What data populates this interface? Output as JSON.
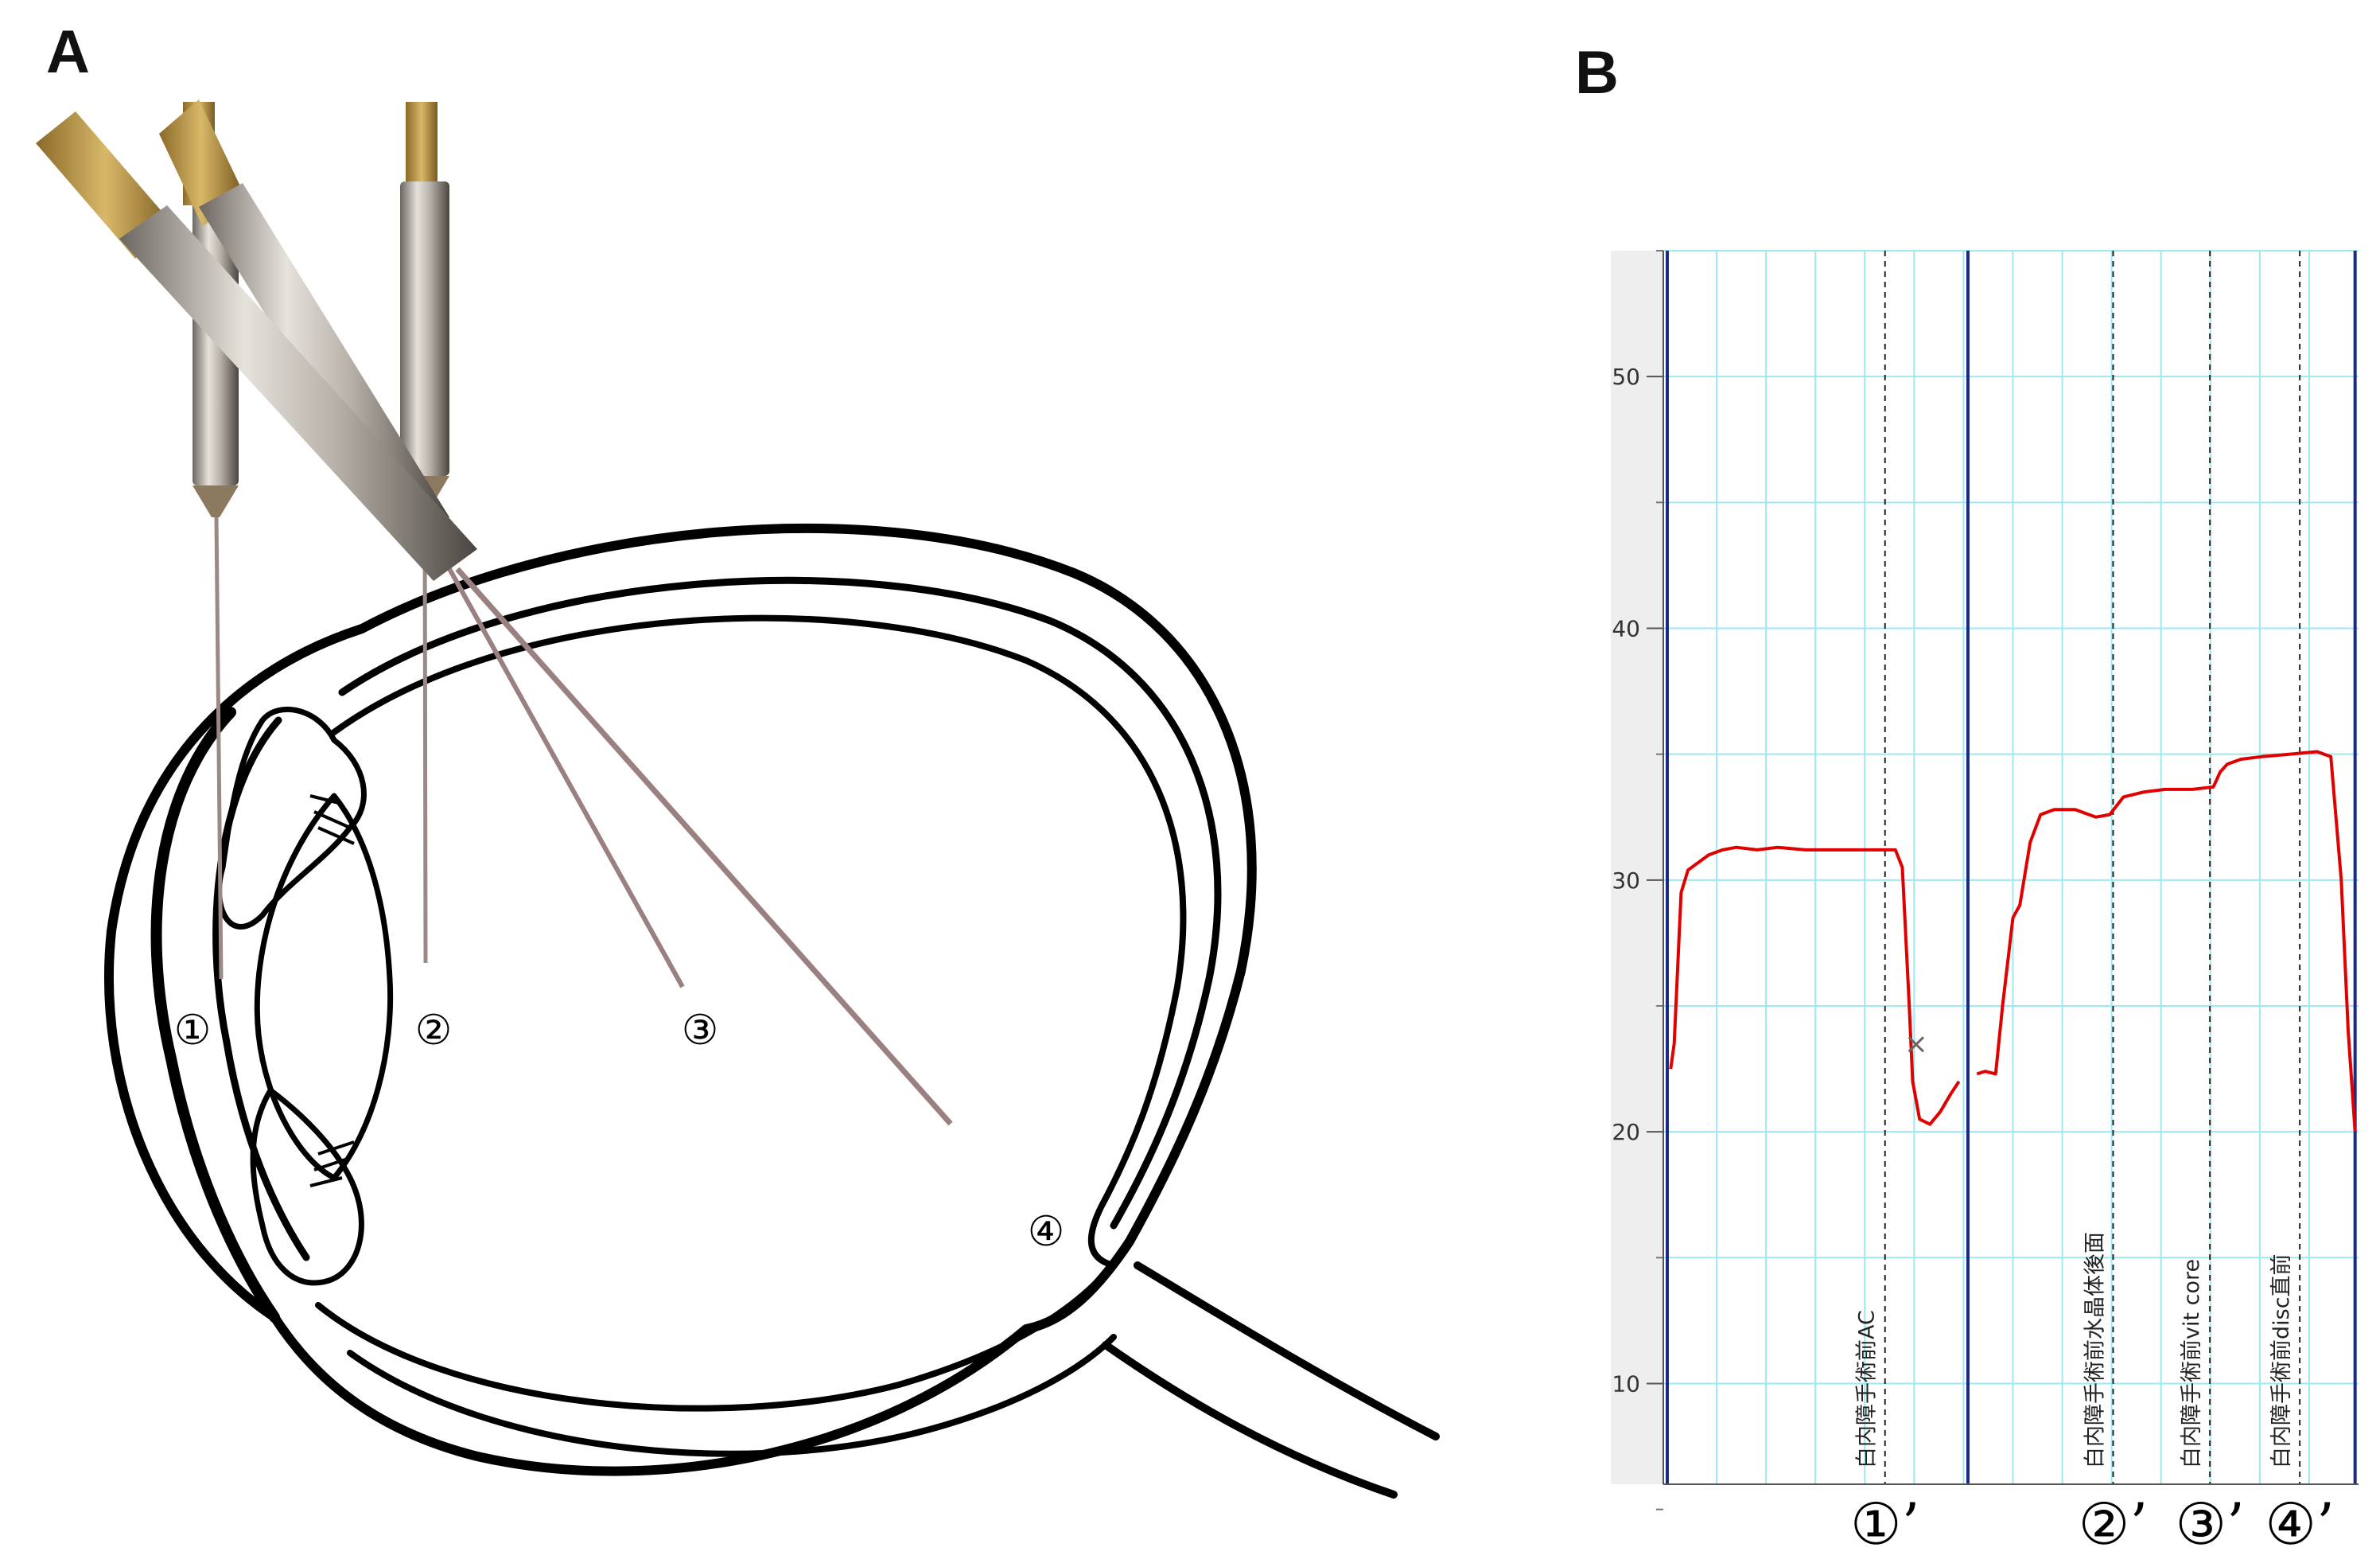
{
  "panels": {
    "a": "A",
    "b": "B"
  },
  "eye_sites": [
    "①",
    "②",
    "③",
    "④"
  ],
  "chart_data": {
    "type": "line",
    "title": "",
    "xlabel": "",
    "ylabel": "",
    "ylim": [
      6,
      55
    ],
    "yticks": [
      10,
      20,
      30,
      40,
      50
    ],
    "grid": true,
    "x_unit": "fraction of plotted width (0 = left axis, 1 = right edge)",
    "series": [
      {
        "color": "#e00000",
        "segments": [
          {
            "x": [
              0.005,
              0.01,
              0.02,
              0.03,
              0.045,
              0.06,
              0.08,
              0.1,
              0.13,
              0.16,
              0.2,
              0.25,
              0.3,
              0.33,
              0.34,
              0.35,
              0.355,
              0.365,
              0.38,
              0.395,
              0.41,
              0.422
            ],
            "y": [
              22.5,
              23.5,
              29.5,
              30.4,
              30.7,
              31.0,
              31.2,
              31.3,
              31.2,
              31.3,
              31.2,
              31.2,
              31.2,
              31.2,
              30.5,
              25.0,
              22.0,
              20.5,
              20.3,
              20.8,
              21.5,
              22.0
            ]
          },
          {
            "x": [
              0.448,
              0.46,
              0.475,
              0.485,
              0.5,
              0.51,
              0.525,
              0.54,
              0.56,
              0.59,
              0.62,
              0.64,
              0.66,
              0.69,
              0.72,
              0.76,
              0.79,
              0.8,
              0.81,
              0.83,
              0.86,
              0.9,
              0.94,
              0.96,
              0.975,
              0.985,
              0.995
            ],
            "y": [
              22.3,
              22.4,
              22.3,
              25.0,
              28.5,
              29.0,
              31.5,
              32.6,
              32.8,
              32.8,
              32.5,
              32.6,
              33.3,
              33.5,
              33.6,
              33.6,
              33.7,
              34.3,
              34.6,
              34.8,
              34.9,
              35.0,
              35.1,
              34.9,
              30.0,
              24.0,
              20.0
            ]
          }
        ]
      }
    ],
    "marker": {
      "symbol": "×",
      "x": 0.36,
      "y": 23.5
    },
    "solid_verticals": [
      0.0,
      0.435,
      0.995
    ],
    "dashed_markers": [
      {
        "x": 0.315,
        "label": "白内障手術前AC"
      },
      {
        "x": 0.645,
        "label": "白内障手術前水晶体後面"
      },
      {
        "x": 0.785,
        "label": "白内障手術前vit core"
      },
      {
        "x": 0.915,
        "label": "白内障手術前disc直前"
      }
    ],
    "x_marks": [
      "①’",
      "②’",
      "③’",
      "④’"
    ]
  }
}
